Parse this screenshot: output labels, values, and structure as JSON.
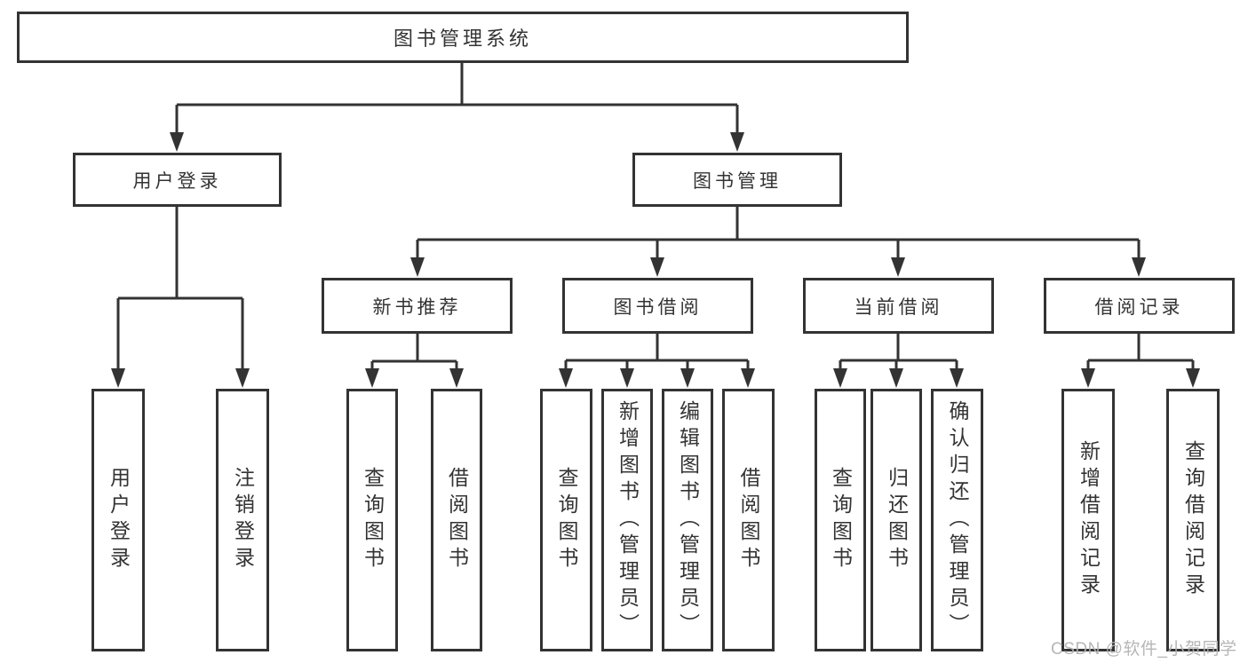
{
  "diagram": {
    "tree": {
      "root": {
        "label": "图书管理系统"
      },
      "branches": {
        "user_login": {
          "label": "用户登录",
          "children": {
            "login": {
              "label": "用户登录"
            },
            "logout": {
              "label": "注销登录"
            }
          }
        },
        "book_management": {
          "label": "图书管理",
          "children": {
            "new_book_recommend": {
              "label": "新书推荐",
              "children": {
                "query_book": {
                  "label": "查询图书"
                },
                "borrow_book": {
                  "label": "借阅图书"
                }
              }
            },
            "book_borrow": {
              "label": "图书借阅",
              "children": {
                "query_book": {
                  "label": "查询图书"
                },
                "add_book": {
                  "label": "新增图书（管理员）"
                },
                "edit_book": {
                  "label": "编辑图书（管理员）"
                },
                "borrow_book": {
                  "label": "借阅图书"
                }
              }
            },
            "current_borrow": {
              "label": "当前借阅",
              "children": {
                "query_book": {
                  "label": "查询图书"
                },
                "return_book": {
                  "label": "归还图书"
                },
                "confirm_return": {
                  "label": "确认归还（管理员）"
                }
              }
            },
            "borrow_record": {
              "label": "借阅记录",
              "children": {
                "add_record": {
                  "label": "新增借阅记录"
                },
                "query_record": {
                  "label": "查询借阅记录"
                }
              }
            }
          }
        }
      }
    },
    "colors": {
      "line": "#333333",
      "box_border": "#333333",
      "text": "#333333",
      "background": "#ffffff",
      "watermark": "#b2b2b2"
    }
  },
  "watermark": {
    "text": "CSDN @软件_小贺同学"
  }
}
